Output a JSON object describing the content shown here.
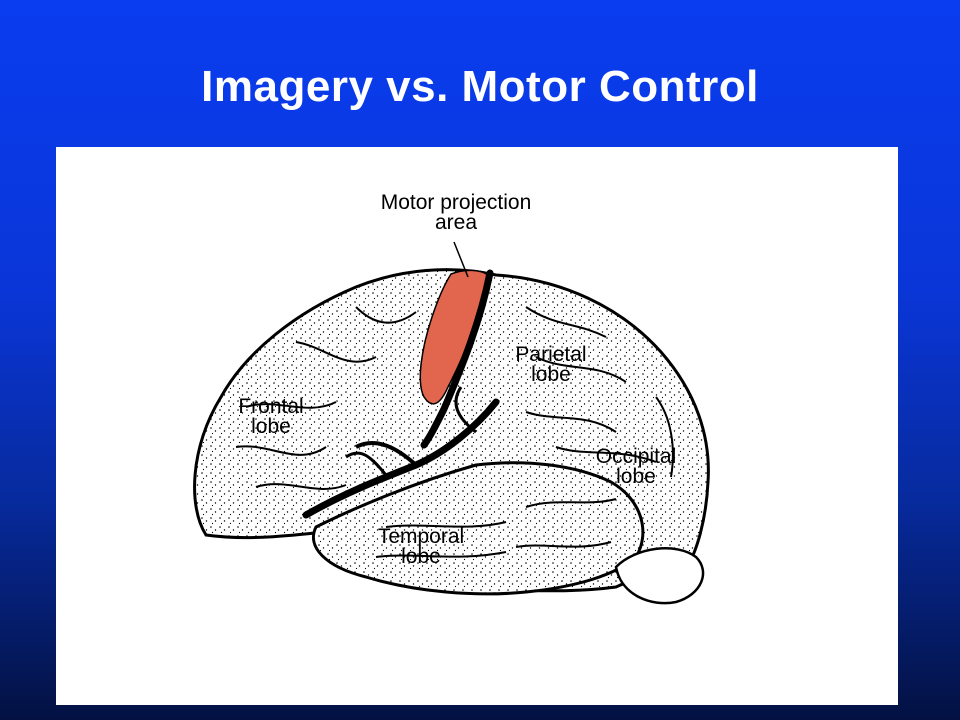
{
  "slide": {
    "title": "Imagery vs. Motor Control"
  },
  "diagram": {
    "labels": {
      "motor": {
        "line1": "Motor projection",
        "line2": "area"
      },
      "parietal": {
        "line1": "Parietal",
        "line2": "lobe"
      },
      "frontal": {
        "line1": "Frontal",
        "line2": "lobe"
      },
      "occipital": {
        "line1": "Occipital",
        "line2": "lobe"
      },
      "temporal": {
        "line1": "Temporal",
        "line2": "lobe"
      }
    },
    "colors": {
      "motor_area": "#e2664e",
      "outline": "#000000",
      "panel": "#ffffff"
    }
  }
}
